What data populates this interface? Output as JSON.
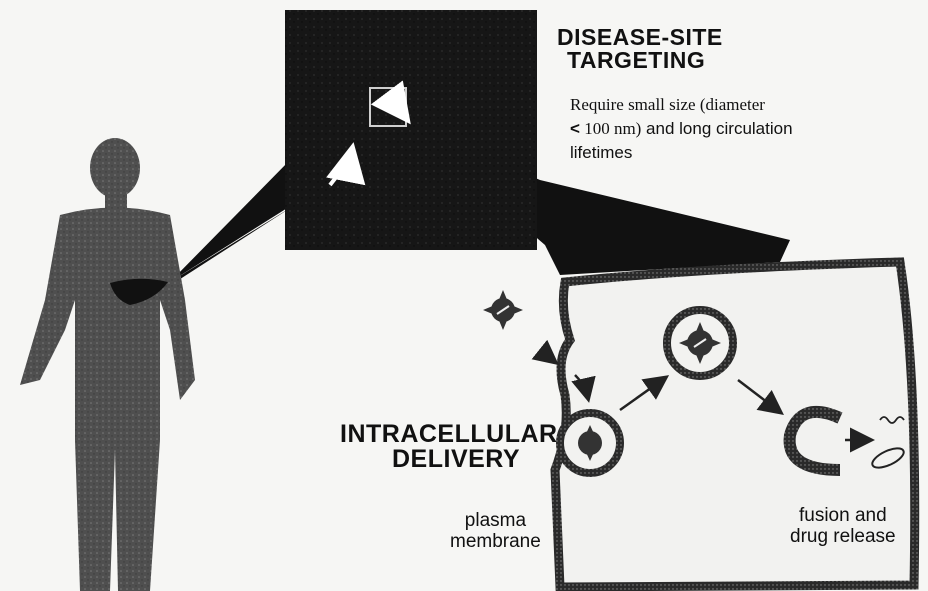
{
  "labels": {
    "disease_site_title_line1": "DISEASE-SITE",
    "disease_site_title_line2": "TARGETING",
    "disease_site_desc_line1": "Require small size (diameter",
    "disease_site_desc_line2_symbol": "<",
    "disease_site_desc_line2_value": " 100 nm)",
    "disease_site_desc_line2_rest": " and long circulation",
    "disease_site_desc_line3": "lifetimes",
    "intracellular_line1": "INTRACELLULAR",
    "intracellular_line2": "DELIVERY",
    "plasma_line1": "plasma",
    "plasma_line2": "membrane",
    "fusion_line1": "fusion and",
    "fusion_line2": "drug release"
  },
  "colors": {
    "human_silhouette": "#5a5a5a",
    "liver": "#111111",
    "tissue_panel": "#1a1a1a",
    "cell_membrane": "#2b2b2b",
    "arrow_white": "#ffffff",
    "background": "#f6f6f4"
  }
}
